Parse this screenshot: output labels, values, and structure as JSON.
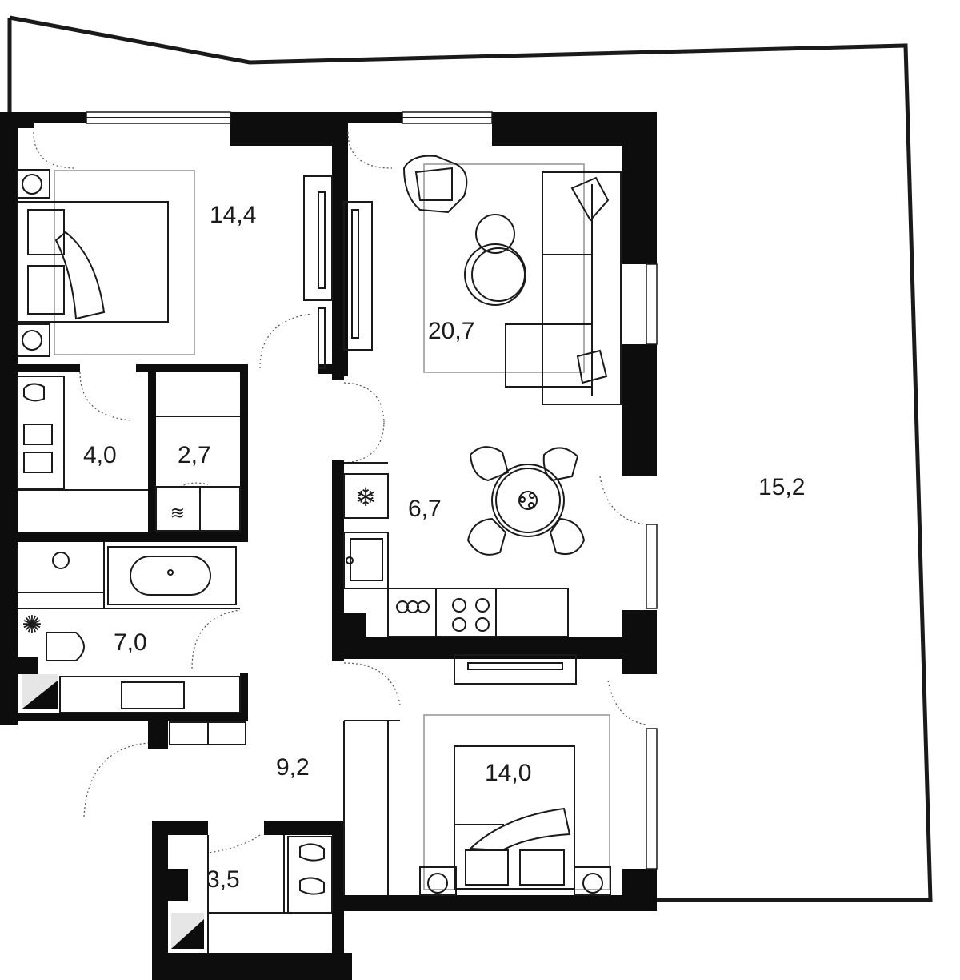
{
  "rooms": {
    "bedroom_1": {
      "area": "14,4"
    },
    "living_room": {
      "area": "20,7"
    },
    "terrace": {
      "area": "15,2"
    },
    "bathroom_small": {
      "area": "4,0"
    },
    "laundry": {
      "area": "2,7"
    },
    "kitchen": {
      "area": "6,7"
    },
    "bathroom_main": {
      "area": "7,0"
    },
    "hallway": {
      "area": "9,2"
    },
    "bedroom_2": {
      "area": "14,0"
    },
    "closet": {
      "area": "3,5"
    }
  },
  "icons": {
    "fridge": "snowflake-icon",
    "washer": "wave-icon",
    "plant": "plant-icon"
  },
  "colors": {
    "wall": "#0d0d0d",
    "line": "#1a1a1a",
    "furniture_secondary": "#9a9a9a"
  }
}
